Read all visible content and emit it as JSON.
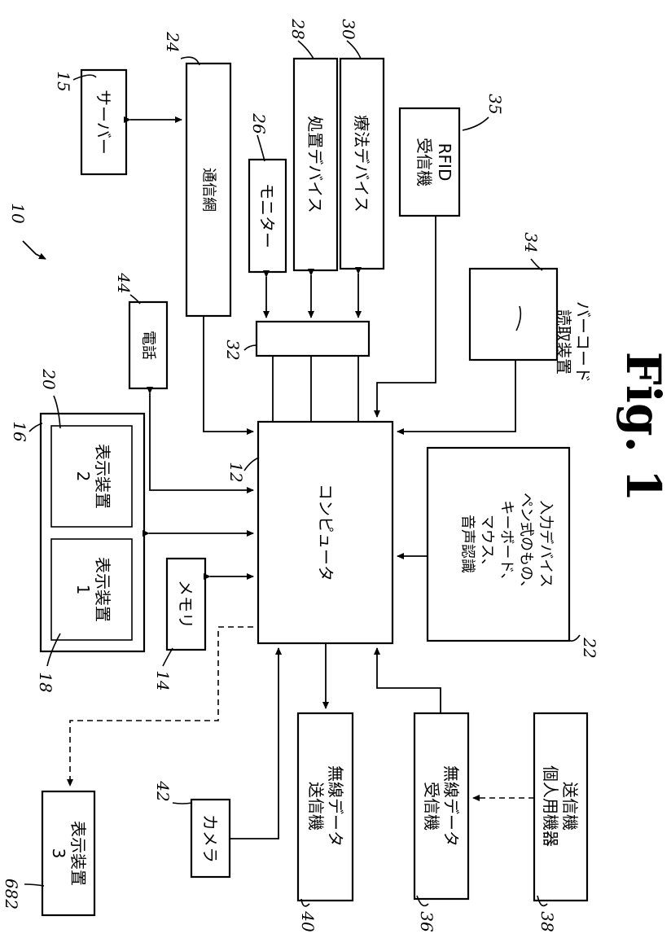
{
  "figure_label": "Fig. 1",
  "refs": {
    "system": "10",
    "computer": "12",
    "memory": "14",
    "server": "15",
    "display_unit": "16",
    "display1": "18",
    "display2": "20",
    "input_device": "22",
    "network": "24",
    "monitor": "26",
    "treatment_device": "28",
    "therapy_device": "30",
    "hub": "32",
    "barcode": "34",
    "rfid": "35",
    "wireless_rx": "36",
    "personal_tx": "38",
    "wireless_tx": "40",
    "camera": "42",
    "phone": "44",
    "display3": "682"
  },
  "labels": {
    "computer": "コンピュータ",
    "memory": "メモリ",
    "server": "サーバー",
    "display1": [
      "表示装置",
      "1"
    ],
    "display2": [
      "表示装置",
      "2"
    ],
    "display3": [
      "表示装置",
      "3"
    ],
    "input_device": [
      "入力デバイス",
      "ペン式のもの、",
      "キーボード、",
      "マウス、",
      "音声認識"
    ],
    "network": "通信網",
    "monitor": "モニター",
    "treatment_device": "処置デバイス",
    "therapy_device": "療法デバイス",
    "rfid": [
      "RFID",
      "受信機"
    ],
    "barcode": [
      "バーコード",
      "読取装置"
    ],
    "phone": "電話",
    "camera": "カメラ",
    "wireless_tx": [
      "無線データ",
      "送信機"
    ],
    "wireless_rx": [
      "無線データ",
      "受信機"
    ],
    "personal_tx": [
      "送信機",
      "個人用機器"
    ]
  }
}
